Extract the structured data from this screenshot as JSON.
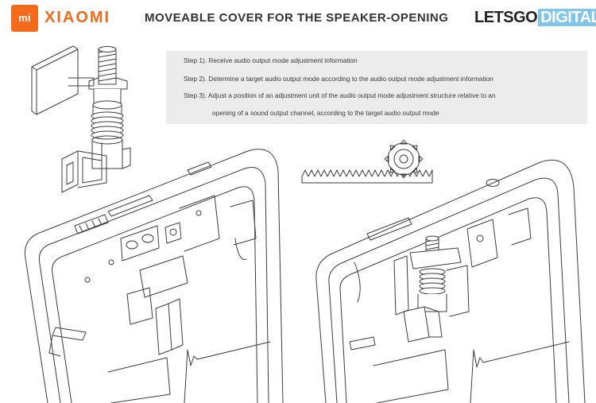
{
  "header": {
    "logo_mark": "mi",
    "brand": "XIAOMI",
    "title": "MOVEABLE COVER FOR THE SPEAKER-OPENING",
    "source_prefix": "LETSGO",
    "source_suffix": "DIGITAL",
    "brand_color": "#f26b1d",
    "source_accent": "#7fc6e9"
  },
  "steps": [
    "Step 1). Receive audio output mode adjustment information",
    "Step 2). Determine a target audio output mode according to the audio output mode adjustment information",
    "Step 3). Adjust a position of an adjustment unit of the audio output mode adjustment structure relative to an",
    "opening of a sound output channel, according to the target audio output mode"
  ]
}
